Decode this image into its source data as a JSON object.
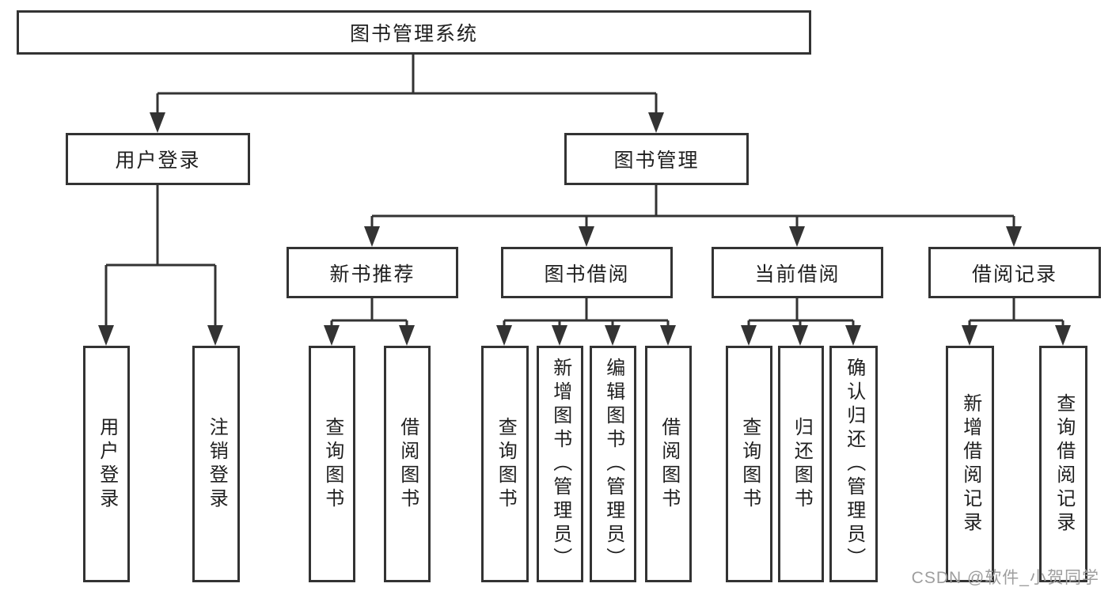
{
  "diagram": {
    "root": {
      "label": "图书管理系统"
    },
    "branches": [
      {
        "label": "用户登录",
        "children": [
          {
            "label": "用户登录"
          },
          {
            "label": "注销登录"
          }
        ]
      },
      {
        "label": "图书管理",
        "children": [
          {
            "label": "新书推荐",
            "children": [
              {
                "label": "查询图书"
              },
              {
                "label": "借阅图书"
              }
            ]
          },
          {
            "label": "图书借阅",
            "children": [
              {
                "label": "查询图书"
              },
              {
                "label": "新增图书（管理员）"
              },
              {
                "label": "编辑图书（管理员）"
              },
              {
                "label": "借阅图书"
              }
            ]
          },
          {
            "label": "当前借阅",
            "children": [
              {
                "label": "查询图书"
              },
              {
                "label": "归还图书"
              },
              {
                "label": "确认归还（管理员）"
              }
            ]
          },
          {
            "label": "借阅记录",
            "children": [
              {
                "label": "新增借阅记录"
              },
              {
                "label": "查询借阅记录"
              }
            ]
          }
        ]
      }
    ]
  },
  "watermark": {
    "text": "CSDN @软件_小贺同学"
  },
  "colors": {
    "line": "#333333",
    "text": "#1f1f1f",
    "watermark": "#9e9e9e",
    "background": "#ffffff"
  }
}
